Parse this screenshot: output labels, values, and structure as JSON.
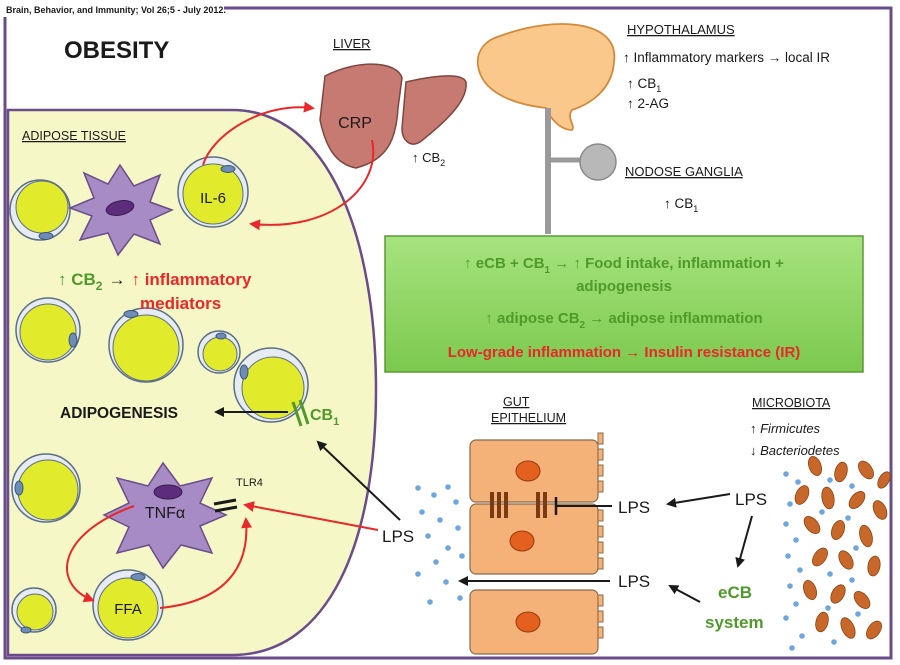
{
  "citation": "Brain, Behavior, and Immunity; Vol 26;5 - July 2012.",
  "title": "OBESITY",
  "adipose": {
    "heading": "ADIPOSE TISSUE",
    "il6": "IL-6",
    "cb2_line_a": "↑ CB",
    "cb2_sub": "2",
    "cb2_arrow": "→",
    "cb2_line_b": "↑ inflammatory",
    "cb2_line_c": "mediators",
    "adipogenesis": "ADIPOGENESIS",
    "cb1": "CB",
    "cb1_sub": "1",
    "tnf": "TNFα",
    "tlr4": "TLR4",
    "ffa": "FFA",
    "lps": "LPS"
  },
  "liver": {
    "heading": "LIVER",
    "crp": "CRP",
    "cb2": "↑ CB",
    "cb2_sub": "2"
  },
  "hypothalamus": {
    "heading": "HYPOTHALAMUS",
    "line1": "↑ Inflammatory markers → local IR",
    "line2": "↑ CB",
    "line2_sub": "1",
    "line3": "↑ 2-AG"
  },
  "nodose": {
    "heading": "NODOSE GANGLIA",
    "line1": "↑ CB",
    "line1_sub": "1"
  },
  "summary": {
    "line1a": "↑ eCB + CB",
    "line1_sub": "1",
    "line1b": " → ↑ Food intake, inflammation +",
    "line2": "adipogenesis",
    "line3a": "↑ adipose CB",
    "line3_sub": "2",
    "line3b": " → adipose inflammation",
    "line4": "Low-grade inflammation → Insulin resistance (IR)"
  },
  "gut": {
    "heading1": "GUT",
    "heading2": "EPITHELIUM",
    "lps1": "LPS",
    "lps2": "LPS"
  },
  "microbiota": {
    "heading": "MICROBIOTA",
    "line1": "↑ Firmicutes",
    "line2": "↓ Bacteriodetes",
    "lps": "LPS",
    "ecb1": "eCB",
    "ecb2": "system"
  },
  "colors": {
    "adipose_fill": "#f6f7c6",
    "cell_fill": "#e2ea2c",
    "liver_fill": "#c77a72",
    "hypothalamus_fill": "#fbc88c",
    "box_fill": "#8ed862",
    "gut_fill": "#f4b178",
    "nucleus": "#e4601e",
    "star_fill": "#a78bc4",
    "red": "#e8282a",
    "green": "#4f9a2a",
    "frame": "#6a4c8a"
  }
}
